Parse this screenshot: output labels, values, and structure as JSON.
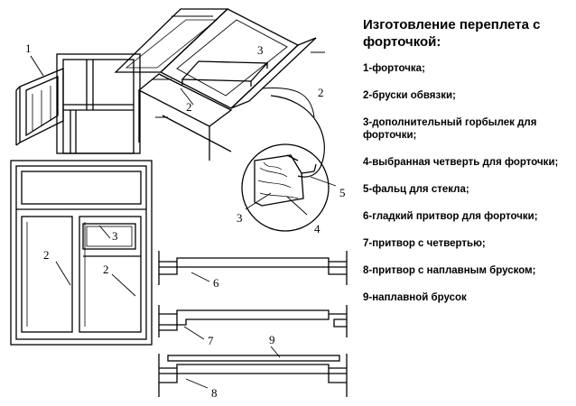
{
  "caption": {
    "title": "Изготовление переплета с форточкой:",
    "items": [
      "1-форточка;",
      "2-бруски обвязки;",
      "3-дополнительный горбылек для форточки;",
      "4-выбранная четверть для форточки;",
      "5-фальц для стекла;",
      "6-гладкий притвор для форточки;",
      "7-притвор с четвертью;",
      "8-притвор с наплавным бруском;",
      "9-наплавной брусок"
    ]
  },
  "labels": {
    "l1": "1",
    "l2a": "2",
    "l2b": "2",
    "l2c": "2",
    "l2d": "2",
    "l3a": "3",
    "l3b": "3",
    "l3c": "3",
    "l4": "4",
    "l5": "5",
    "l6": "6",
    "l7": "7",
    "l8": "8",
    "l9": "9"
  }
}
